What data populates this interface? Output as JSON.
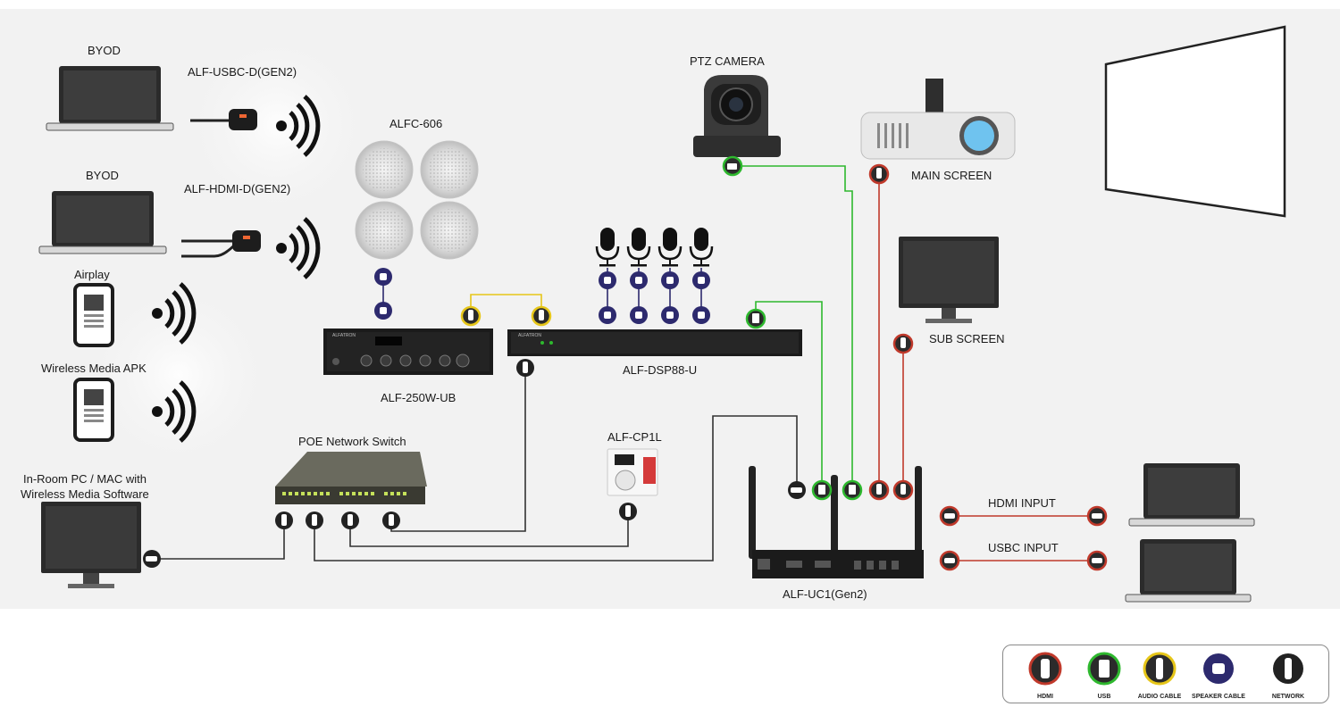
{
  "labels": {
    "byod_1": "BYOD",
    "byod_2": "BYOD",
    "usbc_dongle": "ALF-USBC-D(GEN2)",
    "hdmi_dongle": "ALF-HDMI-D(GEN2)",
    "airplay": "Airplay",
    "wireless_apk": "Wireless Media APK",
    "in_room_pc_1": "In-Room PC / MAC with",
    "in_room_pc_2": "Wireless Media Software",
    "speakers": "ALFC-606",
    "amplifier": "ALF-250W-UB",
    "dsp": "ALF-DSP88-U",
    "poe_switch": "POE Network Switch",
    "control_panel": "ALF-CP1L",
    "ptz_camera": "PTZ CAMERA",
    "main_screen": "MAIN SCREEN",
    "sub_screen": "SUB SCREEN",
    "uc_box": "ALF-UC1(Gen2)",
    "hdmi_input": "HDMI INPUT",
    "usbc_input": "USBC INPUT",
    "amp_brand": "ALFATRON",
    "dsp_brand": "ALFATRON"
  },
  "legend": [
    {
      "key": "hdmi",
      "label": "HDMI",
      "color": "#c0392b"
    },
    {
      "key": "usb",
      "label": "USB",
      "color": "#2eb82e"
    },
    {
      "key": "audio",
      "label": "AUDIO CABLE",
      "color": "#e6c619"
    },
    {
      "key": "speaker",
      "label": "SPEAKER CABLE",
      "color": "#2d2a6e"
    },
    {
      "key": "network",
      "label": "NETWORK",
      "color": "#222222"
    }
  ],
  "colors": {
    "hdmi": "#c0392b",
    "usb": "#2eb82e",
    "audio": "#e6c619",
    "speaker": "#2d2a6e",
    "network": "#222222",
    "background": "#f2f2f2"
  }
}
